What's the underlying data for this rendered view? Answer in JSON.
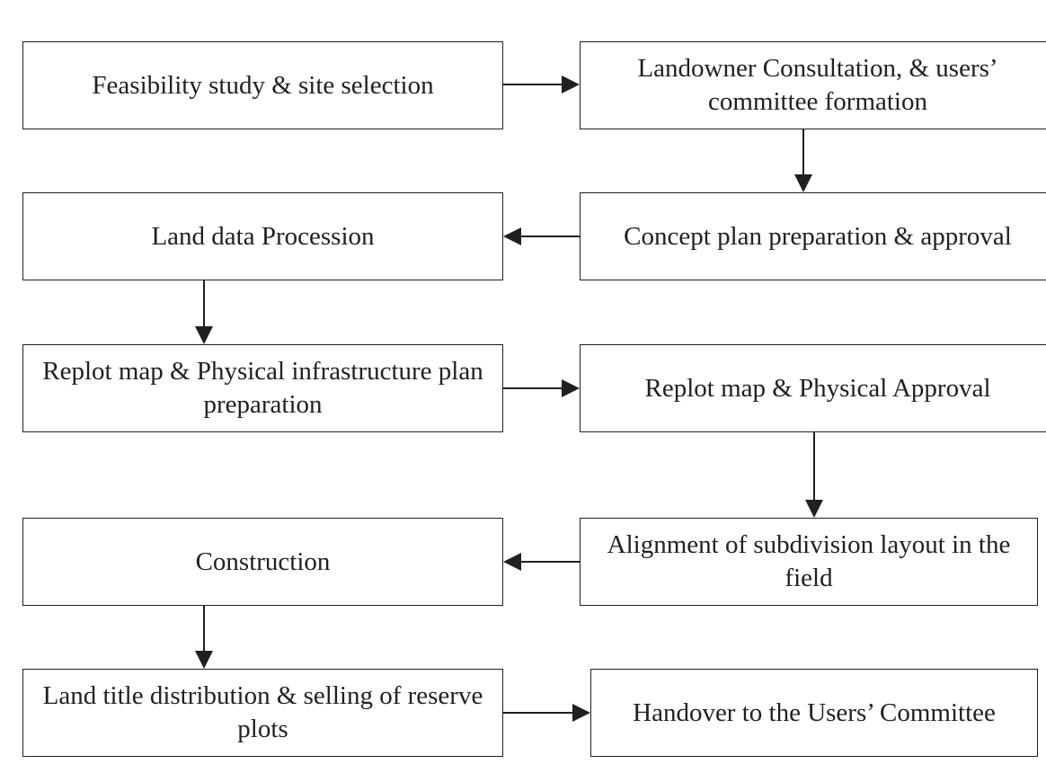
{
  "diagram": {
    "nodes": [
      {
        "id": "n1",
        "label": "Feasibility study & site selection"
      },
      {
        "id": "n2",
        "label": "Landowner Consultation, & users’ committee formation"
      },
      {
        "id": "n3",
        "label": "Concept plan preparation & approval"
      },
      {
        "id": "n4",
        "label": "Land data Procession"
      },
      {
        "id": "n5",
        "label": "Replot map & Physical infrastructure plan preparation"
      },
      {
        "id": "n6",
        "label": "Replot map & Physical Approval"
      },
      {
        "id": "n7",
        "label": "Alignment of subdivision layout in the field"
      },
      {
        "id": "n8",
        "label": "Construction"
      },
      {
        "id": "n9",
        "label": "Land title distribution & selling of reserve plots"
      },
      {
        "id": "n10",
        "label": "Handover to the Users’ Committee"
      }
    ],
    "edges": [
      {
        "from": "n1",
        "to": "n2"
      },
      {
        "from": "n2",
        "to": "n3"
      },
      {
        "from": "n3",
        "to": "n4"
      },
      {
        "from": "n4",
        "to": "n5"
      },
      {
        "from": "n5",
        "to": "n6"
      },
      {
        "from": "n6",
        "to": "n7"
      },
      {
        "from": "n7",
        "to": "n8"
      },
      {
        "from": "n8",
        "to": "n9"
      },
      {
        "from": "n9",
        "to": "n10"
      }
    ],
    "colors": {
      "line": "#231f20",
      "background": "#ffffff"
    }
  }
}
